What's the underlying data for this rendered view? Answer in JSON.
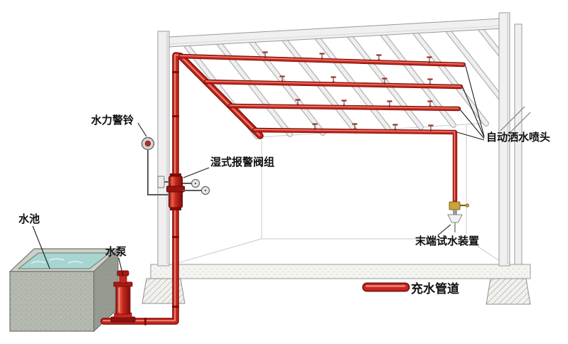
{
  "diagram": {
    "kind": "wet-pipe automatic sprinkler system schematic",
    "labels": {
      "water_alarm_bell": "水力警铃",
      "wet_alarm_valve_group": "湿式报警阀组",
      "auto_sprinkler_heads": "自动洒水喷头",
      "end_test_device": "末端试水装置",
      "water_pool": "水池",
      "water_pump": "水泵"
    },
    "legend": {
      "water_filled_pipe": "充水管道"
    },
    "colors": {
      "pipe_red": "#c8281e",
      "pipe_dark": "#7e0e0e",
      "pipe_highlight": "#f29a86",
      "water": "#a7d6d2",
      "structure_gray": "#f0f0f0",
      "brass": "#c9a43b"
    }
  }
}
